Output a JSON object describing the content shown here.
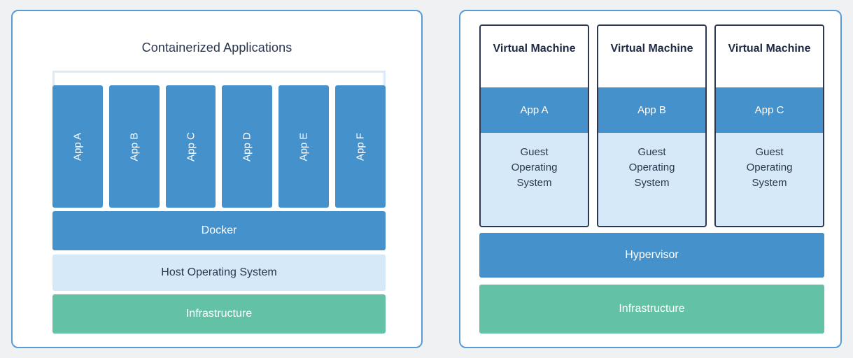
{
  "colors": {
    "background": "#f0f1f3",
    "panel_border": "#5b9bd5",
    "blue": "#4591cb",
    "light_blue": "#d6e9f8",
    "bracket_blue": "#dcebf9",
    "green": "#63c1a5",
    "dark_text": "#2b3650",
    "vm_border": "#2c3852",
    "white_text": "#ffffff"
  },
  "left_panel": {
    "title": "Containerized Applications",
    "apps": [
      {
        "label": "App A"
      },
      {
        "label": "App B"
      },
      {
        "label": "App C"
      },
      {
        "label": "App D"
      },
      {
        "label": "App E"
      },
      {
        "label": "App F"
      }
    ],
    "layers": [
      {
        "label": "Docker"
      },
      {
        "label": "Host Operating System"
      },
      {
        "label": "Infrastructure"
      }
    ]
  },
  "right_panel": {
    "vms": [
      {
        "title": "Virtual Machine",
        "app": "App A",
        "guest_os": "Guest\nOperating\nSystem"
      },
      {
        "title": "Virtual Machine",
        "app": "App B",
        "guest_os": "Guest\nOperating\nSystem"
      },
      {
        "title": "Virtual Machine",
        "app": "App C",
        "guest_os": "Guest\nOperating\nSystem"
      }
    ],
    "layers": [
      {
        "label": "Hypervisor"
      },
      {
        "label": "Infrastructure"
      }
    ]
  }
}
